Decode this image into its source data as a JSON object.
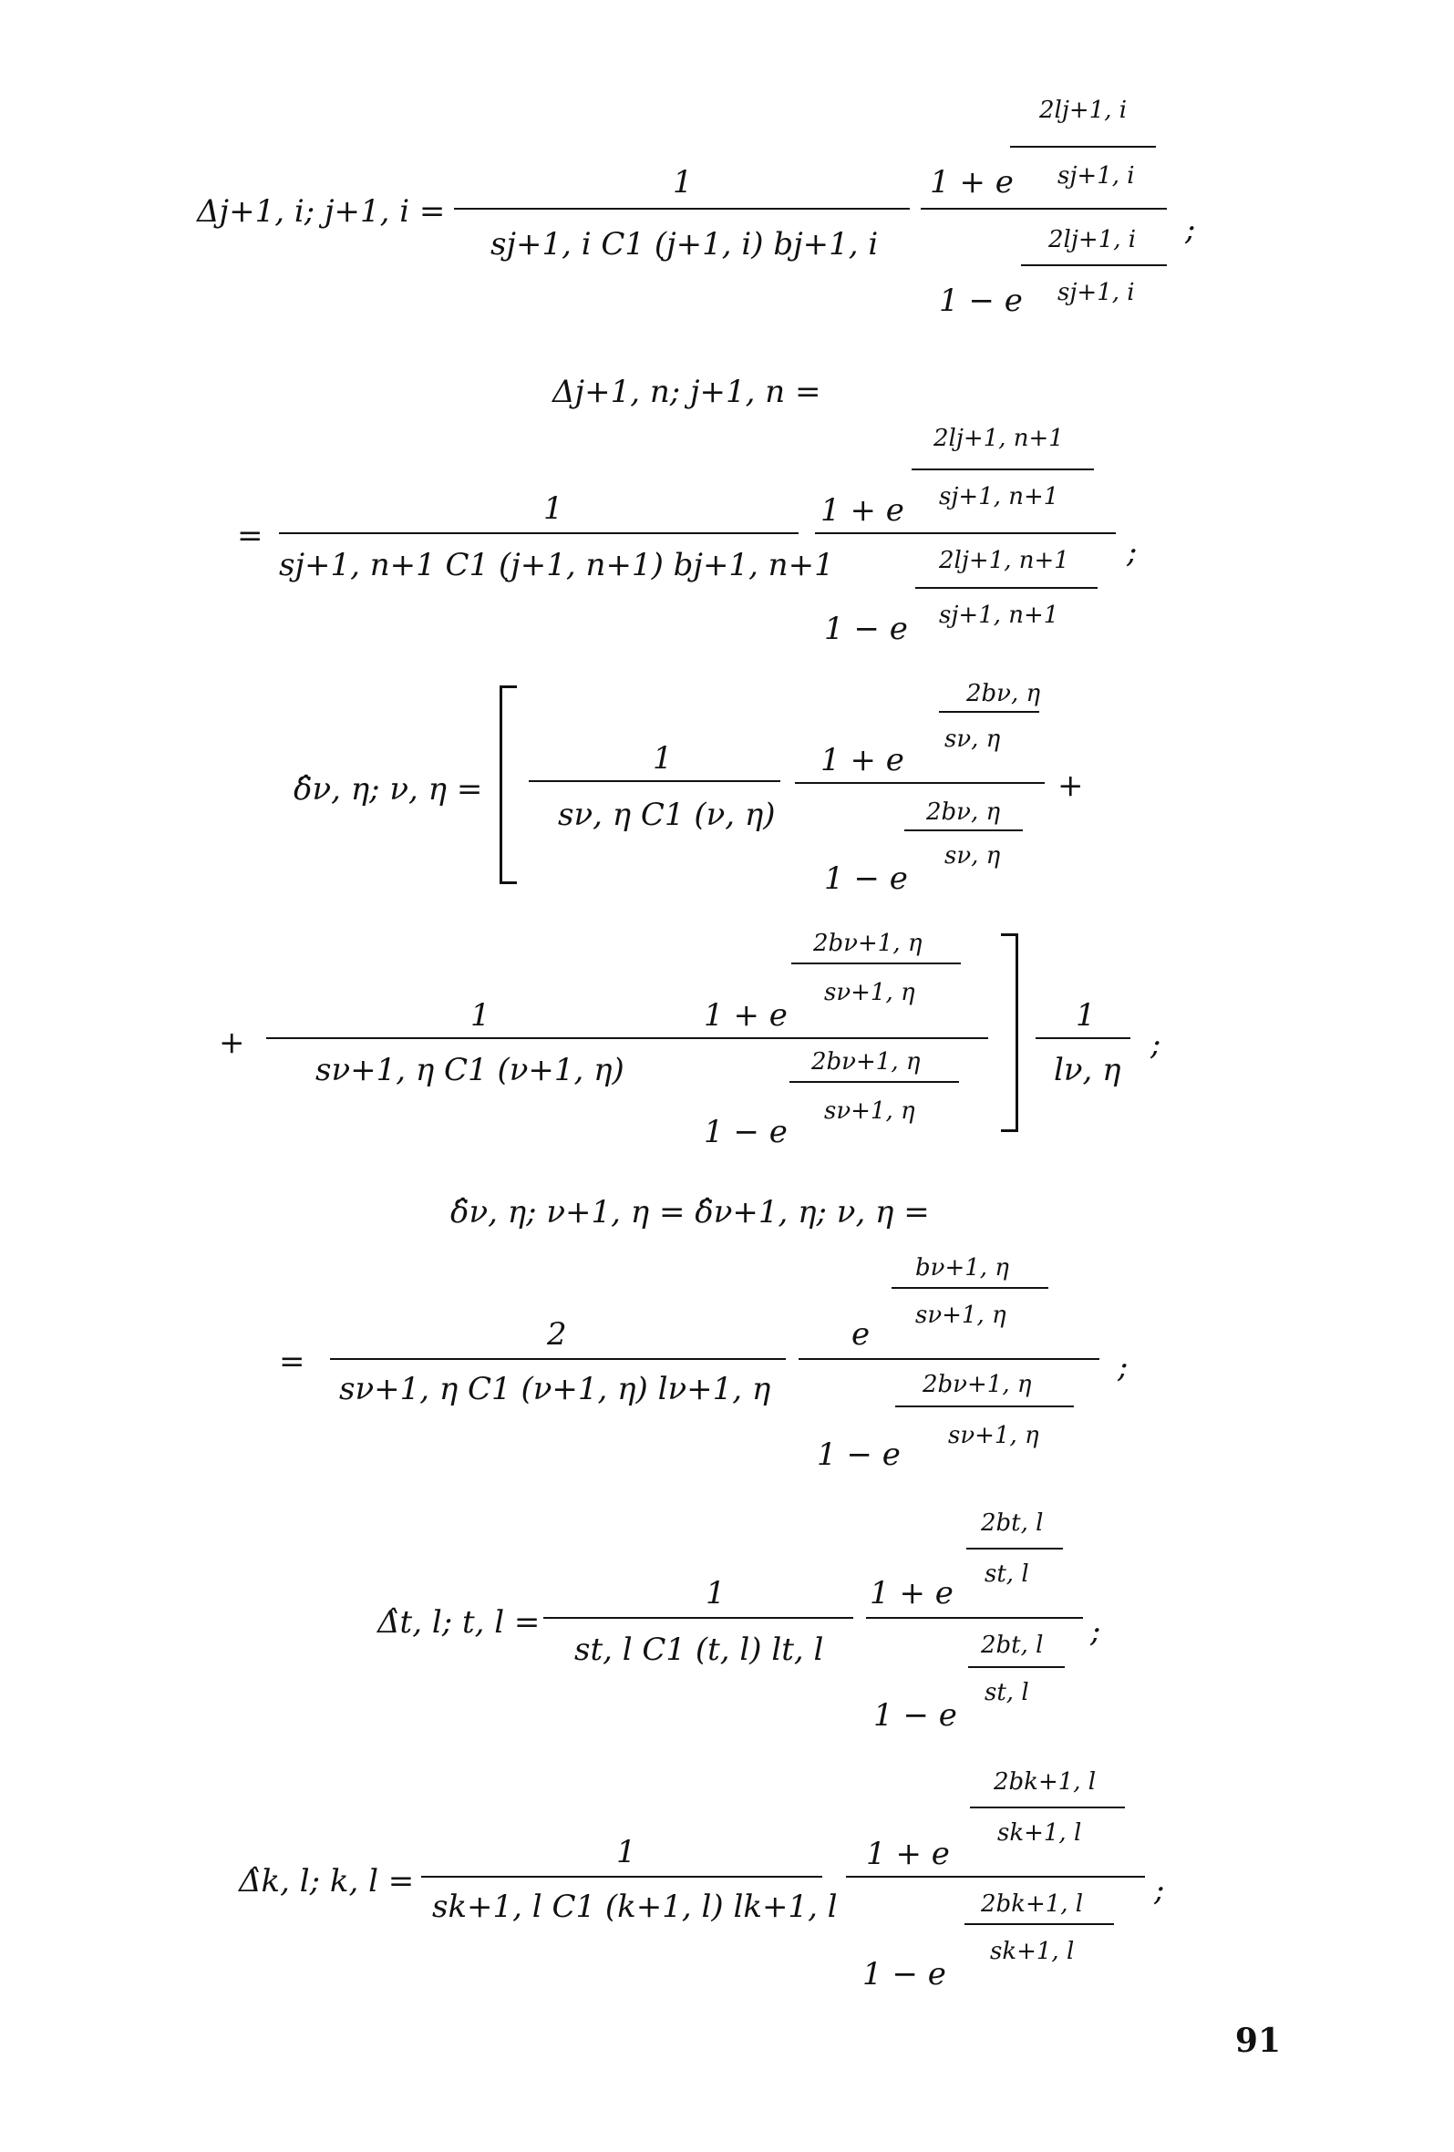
{
  "page_number": "91",
  "equations": [
    {
      "id": "eq1",
      "lhs": "Δj+1, i; j+1, i =",
      "numerator": "1",
      "denominator": "sj+1, i C1 (j+1, i) bj+1, i",
      "ratio_num": "1 + e",
      "ratio_den": "1 − e",
      "exp_num_top": "2lj+1, i",
      "exp_num_bot": "sj+1, i",
      "exp_den_top": "2lj+1, i",
      "exp_den_bot": "sj+1, i",
      "trail": ";"
    },
    {
      "id": "eq2",
      "lhs": "Δj+1, n; j+1, n =",
      "numerator": "1",
      "denominator": "sj+1, n+1 C1 (j+1, n+1) bj+1, n+1",
      "ratio_num": "1 + e",
      "ratio_den": "1 − e",
      "exp_num_top": "2lj+1, n+1",
      "exp_num_bot": "sj+1, n+1",
      "exp_den_top": "2lj+1, n+1",
      "exp_den_bot": "sj+1, n+1",
      "prefix": "=",
      "trail": ";"
    },
    {
      "id": "eq3",
      "lhs": "δ̂ν, η; ν, η =",
      "numerator": "1",
      "denominator": "sν, η C1 (ν, η)",
      "ratio_num": "1 + e",
      "ratio_den": "1 − e",
      "exp_num_top": "2bν, η",
      "exp_num_bot": "sν, η",
      "exp_den_top": "2bν, η",
      "exp_den_bot": "sν, η",
      "trail": "+"
    },
    {
      "id": "eq3b",
      "prefix": "+",
      "numerator": "1",
      "denominator": "sν+1, η C1 (ν+1, η)",
      "ratio_num": "1 + e",
      "ratio_den": "1 − e",
      "exp_num_top": "2bν+1, η",
      "exp_num_bot": "sν+1, η",
      "exp_den_top": "2bν+1, η",
      "exp_den_bot": "sν+1, η",
      "factor_num": "1",
      "factor_den": "lν, η",
      "trail": ";"
    },
    {
      "id": "eq4",
      "lhs": "δ̂ν, η; ν+1, η = δ̂ν+1, η; ν, η =",
      "prefix": "=",
      "numerator": "2",
      "denominator": "sν+1, η C1 (ν+1, η) lν+1, η",
      "ratio_num": "e",
      "ratio_den": "1 − e",
      "exp_num_top": "bν+1, η",
      "exp_num_bot": "sν+1, η",
      "exp_den_top": "2bν+1, η",
      "exp_den_bot": "sν+1, η",
      "trail": ";"
    },
    {
      "id": "eq5",
      "lhs": "Δ̂t, l; t, l =",
      "numerator": "1",
      "denominator": "st, l C1 (t, l) lt, l",
      "ratio_num": "1 + e",
      "ratio_den": "1 − e",
      "exp_num_top": "2bt, l",
      "exp_num_bot": "st, l",
      "exp_den_top": "2bt, l",
      "exp_den_bot": "st, l",
      "trail": ";"
    },
    {
      "id": "eq6",
      "lhs": "Δ̂k, l; k, l =",
      "numerator": "1",
      "denominator": "sk+1, l C1 (k+1, l) lk+1, l",
      "ratio_num": "1 + e",
      "ratio_den": "1 − e",
      "exp_num_top": "2bk+1, l",
      "exp_num_bot": "sk+1, l",
      "exp_den_top": "2bk+1, l",
      "exp_den_bot": "sk+1, l",
      "trail": ";"
    }
  ]
}
